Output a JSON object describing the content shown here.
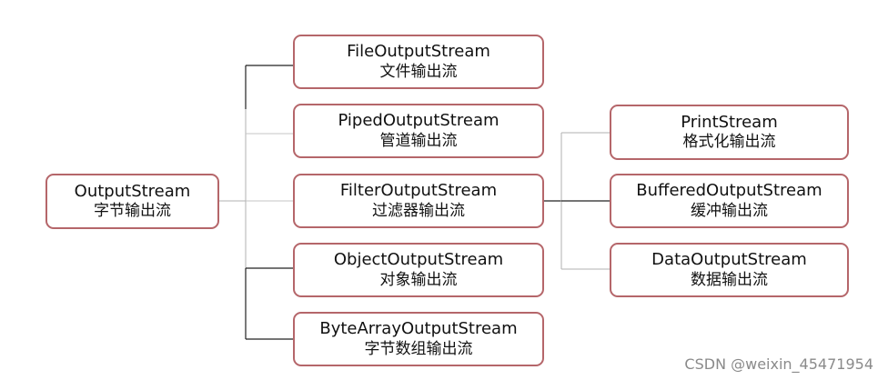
{
  "root": {
    "name": "OutputStream",
    "desc": "字节输出流"
  },
  "children": [
    {
      "name": "FileOutputStream",
      "desc": "文件输出流"
    },
    {
      "name": "PipedOutputStream",
      "desc": "管道输出流"
    },
    {
      "name": "FilterOutputStream",
      "desc": "过滤器输出流"
    },
    {
      "name": "ObjectOutputStream",
      "desc": "对象输出流"
    },
    {
      "name": "ByteArrayOutputStream",
      "desc": "字节数组输出流"
    }
  ],
  "filter_children": [
    {
      "name": "PrintStream",
      "desc": "格式化输出流"
    },
    {
      "name": "BufferedOutputStream",
      "desc": "缓冲输出流"
    },
    {
      "name": "DataOutputStream",
      "desc": "数据输出流"
    }
  ],
  "watermark": "CSDN @weixin_45471954",
  "colors": {
    "box_border": "#b5666a",
    "connector_dark": "#222222",
    "connector_light": "#b0b0b0",
    "text": "#111111"
  }
}
